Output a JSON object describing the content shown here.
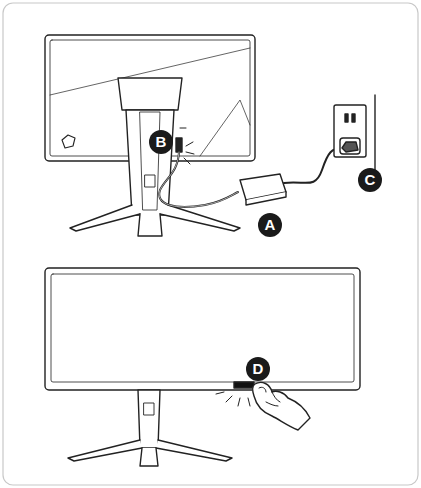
{
  "diagram": {
    "labels": [
      "B",
      "C",
      "A",
      "D"
    ]
  }
}
